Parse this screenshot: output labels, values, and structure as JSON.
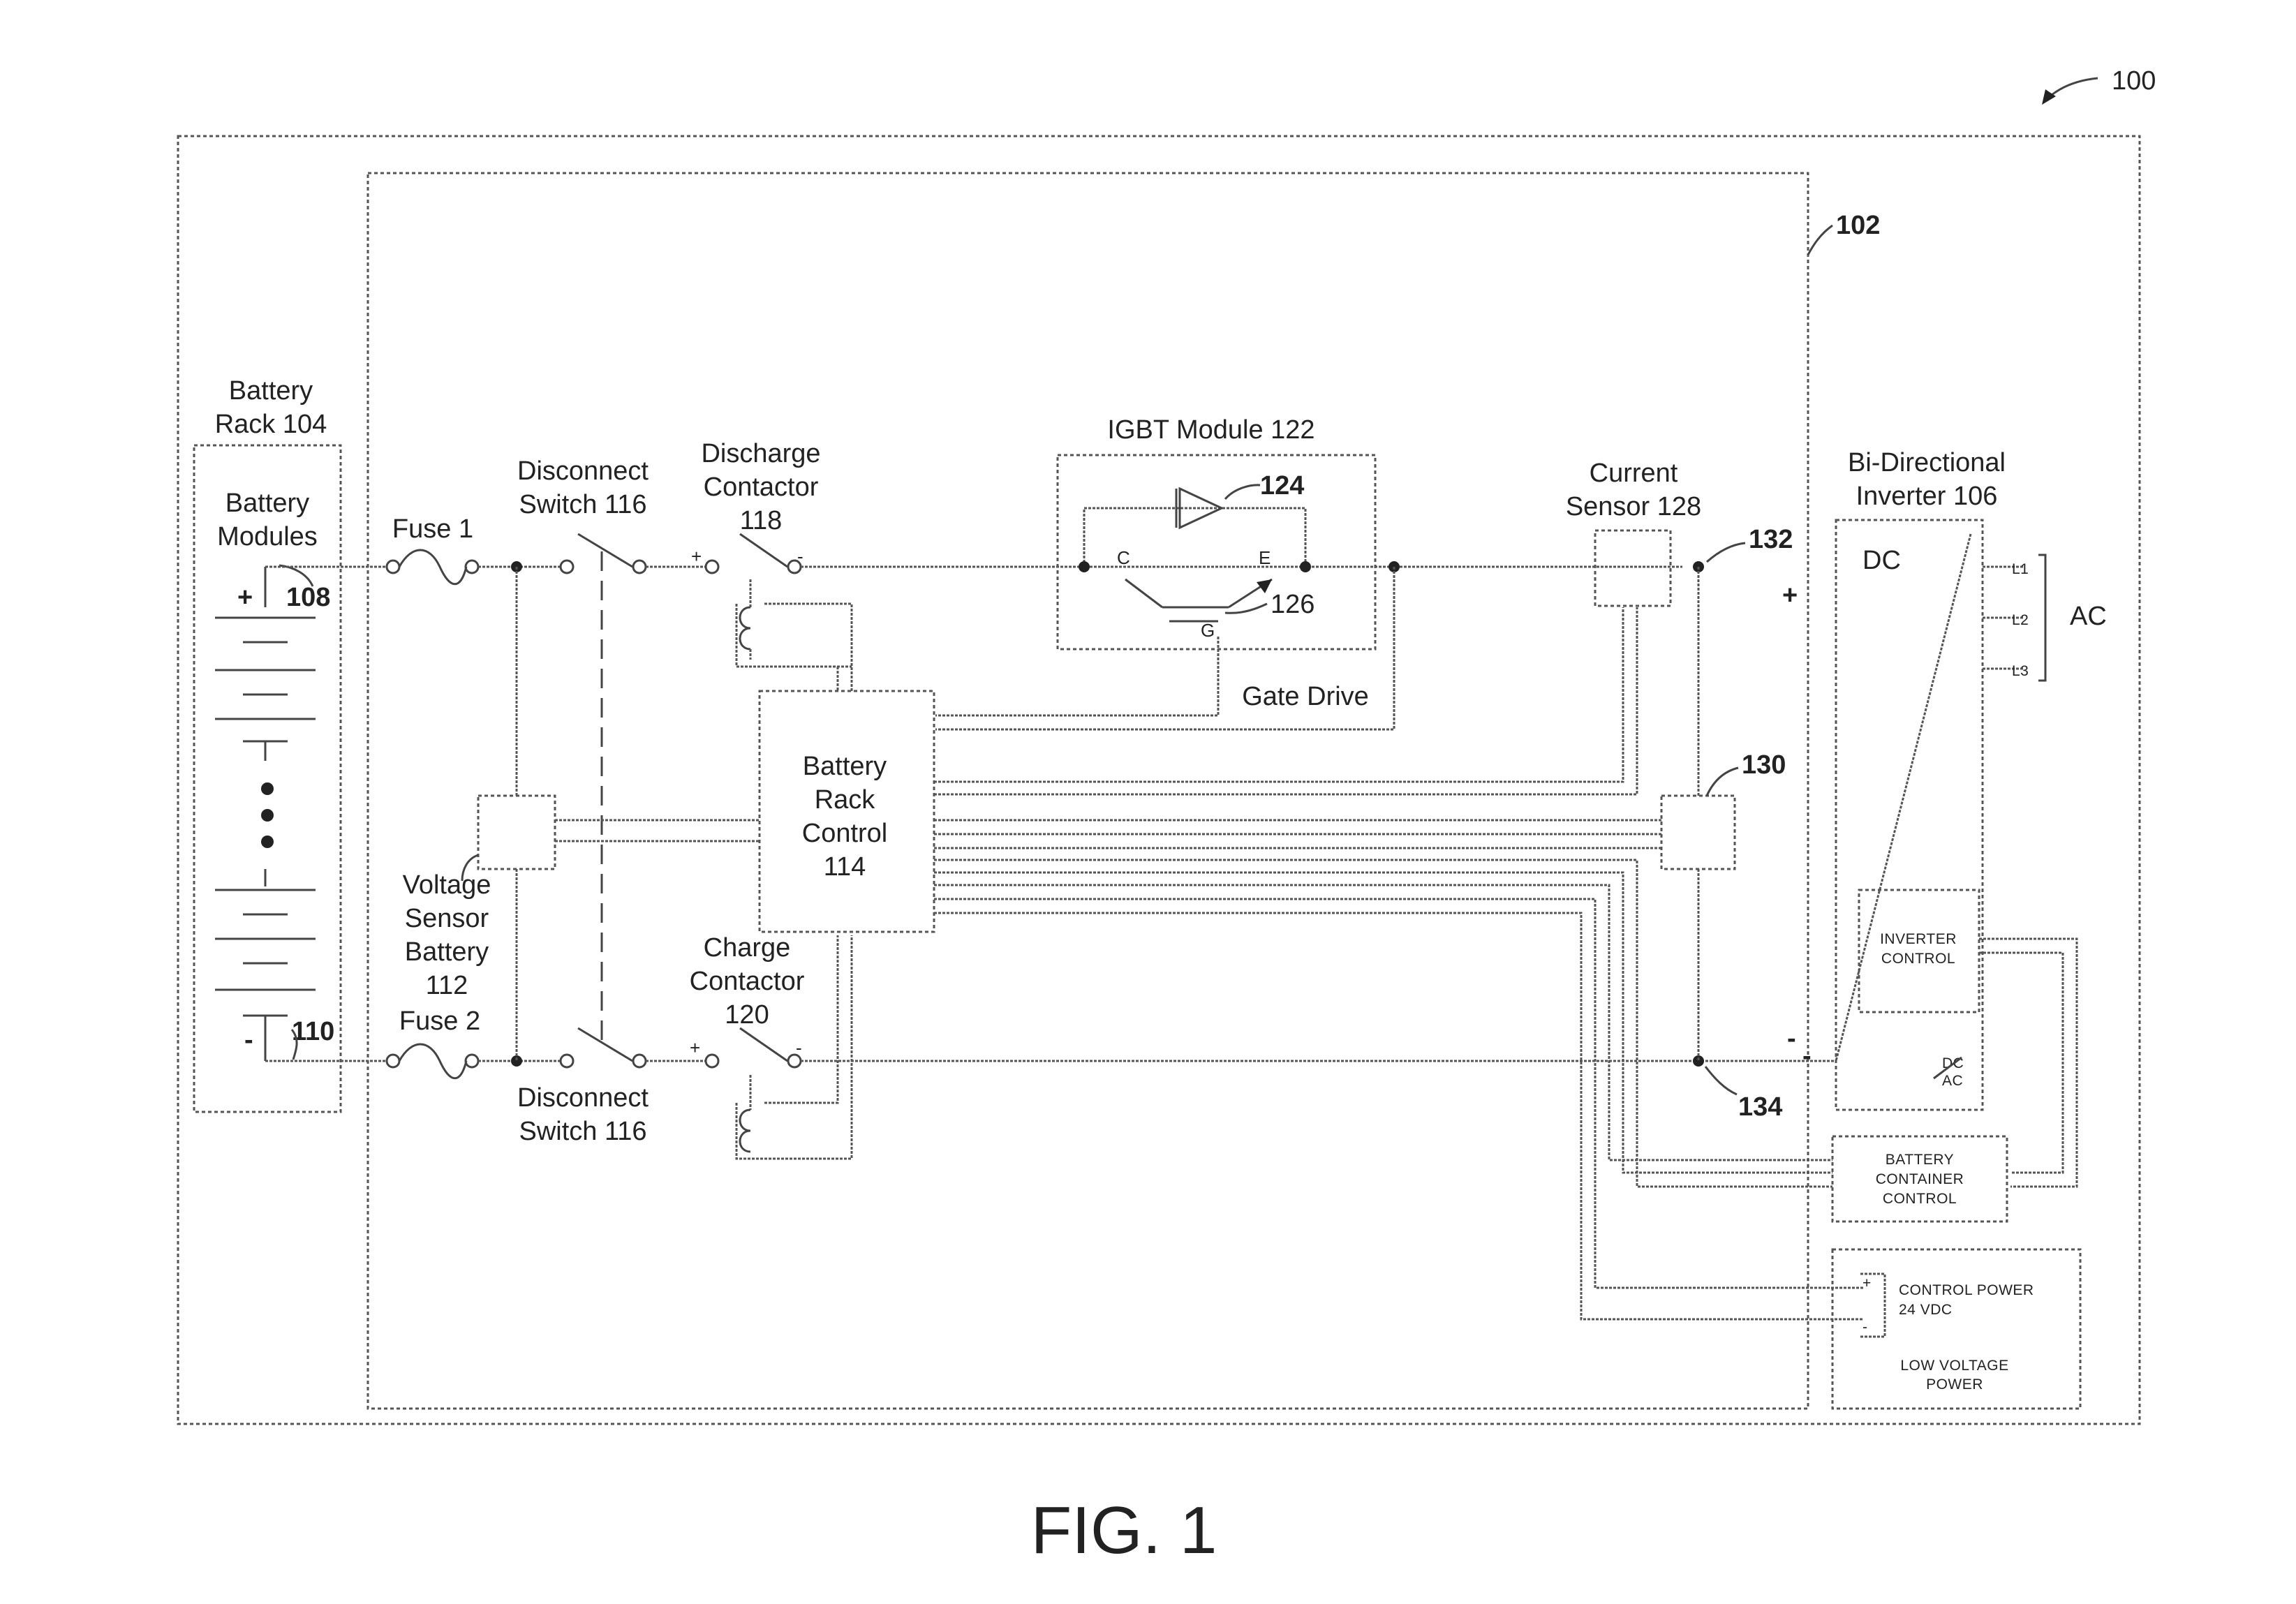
{
  "figure": {
    "ref_main": "100",
    "ref_inner": "102",
    "caption": "FIG. 1"
  },
  "battery_rack": {
    "title_line1": "Battery",
    "title_line2": "Rack 104",
    "modules_line1": "Battery",
    "modules_line2": "Modules",
    "ref_pos": "108",
    "ref_neg": "110",
    "plus": "+",
    "minus": "-"
  },
  "fuses": {
    "fuse1": "Fuse 1",
    "fuse2": "Fuse 2"
  },
  "disconnect_top": {
    "line1": "Disconnect",
    "line2": "Switch 116"
  },
  "disconnect_bottom": {
    "line1": "Disconnect",
    "line2": "Switch 116"
  },
  "discharge": {
    "line1": "Discharge",
    "line2": "Contactor",
    "line3": "118"
  },
  "charge": {
    "line1": "Charge",
    "line2": "Contactor",
    "line3": "120"
  },
  "igbt": {
    "title": "IGBT Module 122",
    "ref_diode": "124",
    "ref_transistor": "126",
    "pin_c": "C",
    "pin_e": "E",
    "pin_g": "G",
    "gate_drive": "Gate Drive"
  },
  "voltage_sensor": {
    "line1": "Voltage",
    "line2": "Sensor",
    "line3": "Battery",
    "line4": "112"
  },
  "rack_control": {
    "line1": "Battery",
    "line2": "Rack",
    "line3": "Control",
    "line4": "114"
  },
  "current_sensor": {
    "line1": "Current",
    "line2": "Sensor 128"
  },
  "nodes": {
    "n130": "130",
    "n132": "132",
    "n134": "134"
  },
  "inverter": {
    "title_line1": "Bi-Directional",
    "title_line2": "Inverter 106",
    "dc": "DC",
    "ac": "AC",
    "l1": "L1",
    "l2": "L2",
    "l3": "L3",
    "control_line1": "INVERTER",
    "control_line2": "CONTROL",
    "dc_ac_line1": "DC",
    "dc_ac_line2": "AC",
    "plus": "+",
    "minus": "-"
  },
  "battery_container": {
    "line1": "BATTERY",
    "line2": "CONTAINER",
    "line3": "CONTROL"
  },
  "power": {
    "line1": "CONTROL POWER",
    "line2": "24 VDC",
    "line3": "LOW VOLTAGE",
    "line4": "POWER",
    "plus": "+",
    "minus": "-"
  }
}
